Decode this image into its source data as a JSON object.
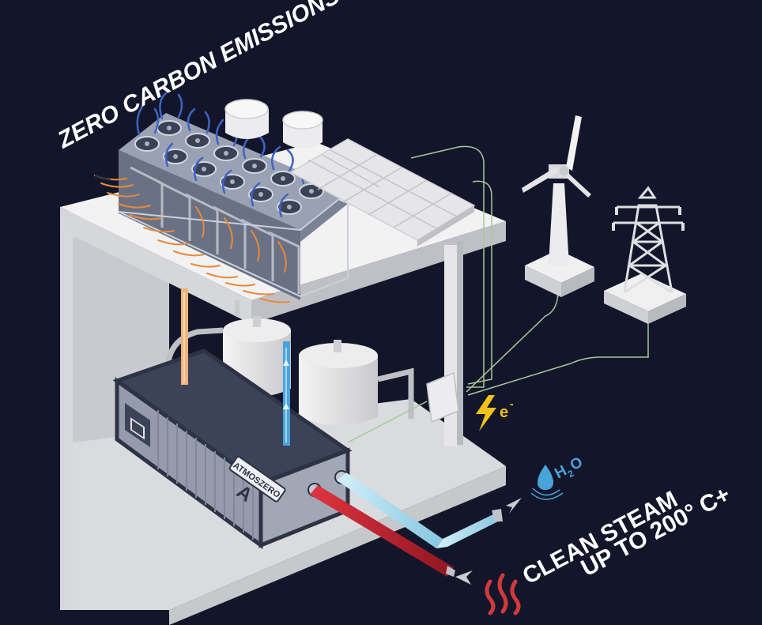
{
  "headline": "ZERO CARBON EMISSIONS",
  "steam": {
    "line1": "CLEAN STEAM",
    "line2": "UP TO 200° C+"
  },
  "water": {
    "main": "H",
    "sub": "2",
    "tail": "O"
  },
  "electric": {
    "main": "e",
    "sup": "-"
  },
  "brand": {
    "name": "ATMOSZERO",
    "mark": "A"
  },
  "icons": [
    "water-drop-icon",
    "lightning-bolt-icon",
    "steam-icon",
    "wind-turbine-icon",
    "power-pylon-icon",
    "solar-panel-icon"
  ],
  "colors": {
    "background": "#13162a",
    "hot_pipe": "#c62835",
    "cold_pipe": "#a9dcef",
    "water": "#4aa3d8",
    "lightning": "#f2c21b",
    "steam_icon": "#d23a3a",
    "wire": "#a8c89a",
    "heat_stream": "#e88a3a",
    "cool_stream": "#3d63c7"
  }
}
